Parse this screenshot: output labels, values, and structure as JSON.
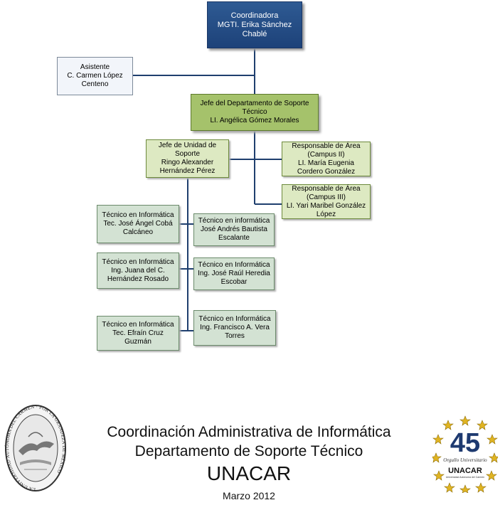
{
  "org": {
    "coordinator": [
      "Coordinadora",
      "MGTI. Erika Sánchez",
      "Chablé"
    ],
    "assistant": [
      "Asistente",
      "C. Carmen López",
      "Centeno"
    ],
    "chief": [
      "Jefe del Departamento de Soporte",
      "Técnico",
      "LI. Angélica Gómez Morales"
    ],
    "unit_head": [
      "Jefe de Unidad de",
      "Soporte",
      "Ringo Alexander",
      "Hernández Pérez"
    ],
    "area_campus2": [
      "Responsable de Área",
      "(Campus II)",
      "LI. María Eugenia",
      "Cordero González"
    ],
    "area_campus3": [
      "Responsable de Área",
      "(Campus III)",
      "LI. Yari Maribel González",
      "López"
    ],
    "tech_left_1": [
      "Técnico en Informática",
      "Tec. José Ángel Cobá",
      "Calcáneo"
    ],
    "tech_left_2": [
      "Técnico en Informática",
      "Ing. Juana del C.",
      "Hernández Rosado"
    ],
    "tech_left_3": [
      "Técnico en Informática",
      "Tec. Efraín Cruz",
      "Guzmán"
    ],
    "tech_right_1": [
      "Técnico en informática",
      "José Andrés Bautista",
      "Escalante"
    ],
    "tech_right_2": [
      "Técnico en Informática",
      "Ing. José Raúl Heredia",
      "Escobar"
    ],
    "tech_right_3": [
      "Técnico en Informática",
      "Ing. Francisco A. Vera",
      "Torres"
    ]
  },
  "footer": {
    "line1": "Coordinación Administrativa de Informática",
    "line2": "Departamento de Soporte Técnico",
    "line3": "UNACAR",
    "line4": "Marzo 2012"
  },
  "logos": {
    "left_seal_text": "LA UNIVERSIDAD AUTÓNOMA DEL CARMEN · POR LA GRANDEZA DE MÉXICO",
    "right_number": "45",
    "right_script": "Orgullo Universitario",
    "right_name": "UNACAR",
    "right_small": "Universidad Autónoma del Carmen"
  },
  "colors": {
    "coordinator": "#244d87",
    "chief": "#a5c26b",
    "unit": "#dde9c2",
    "tech": "#d3e2d3",
    "connector": "#1f3f6e"
  }
}
